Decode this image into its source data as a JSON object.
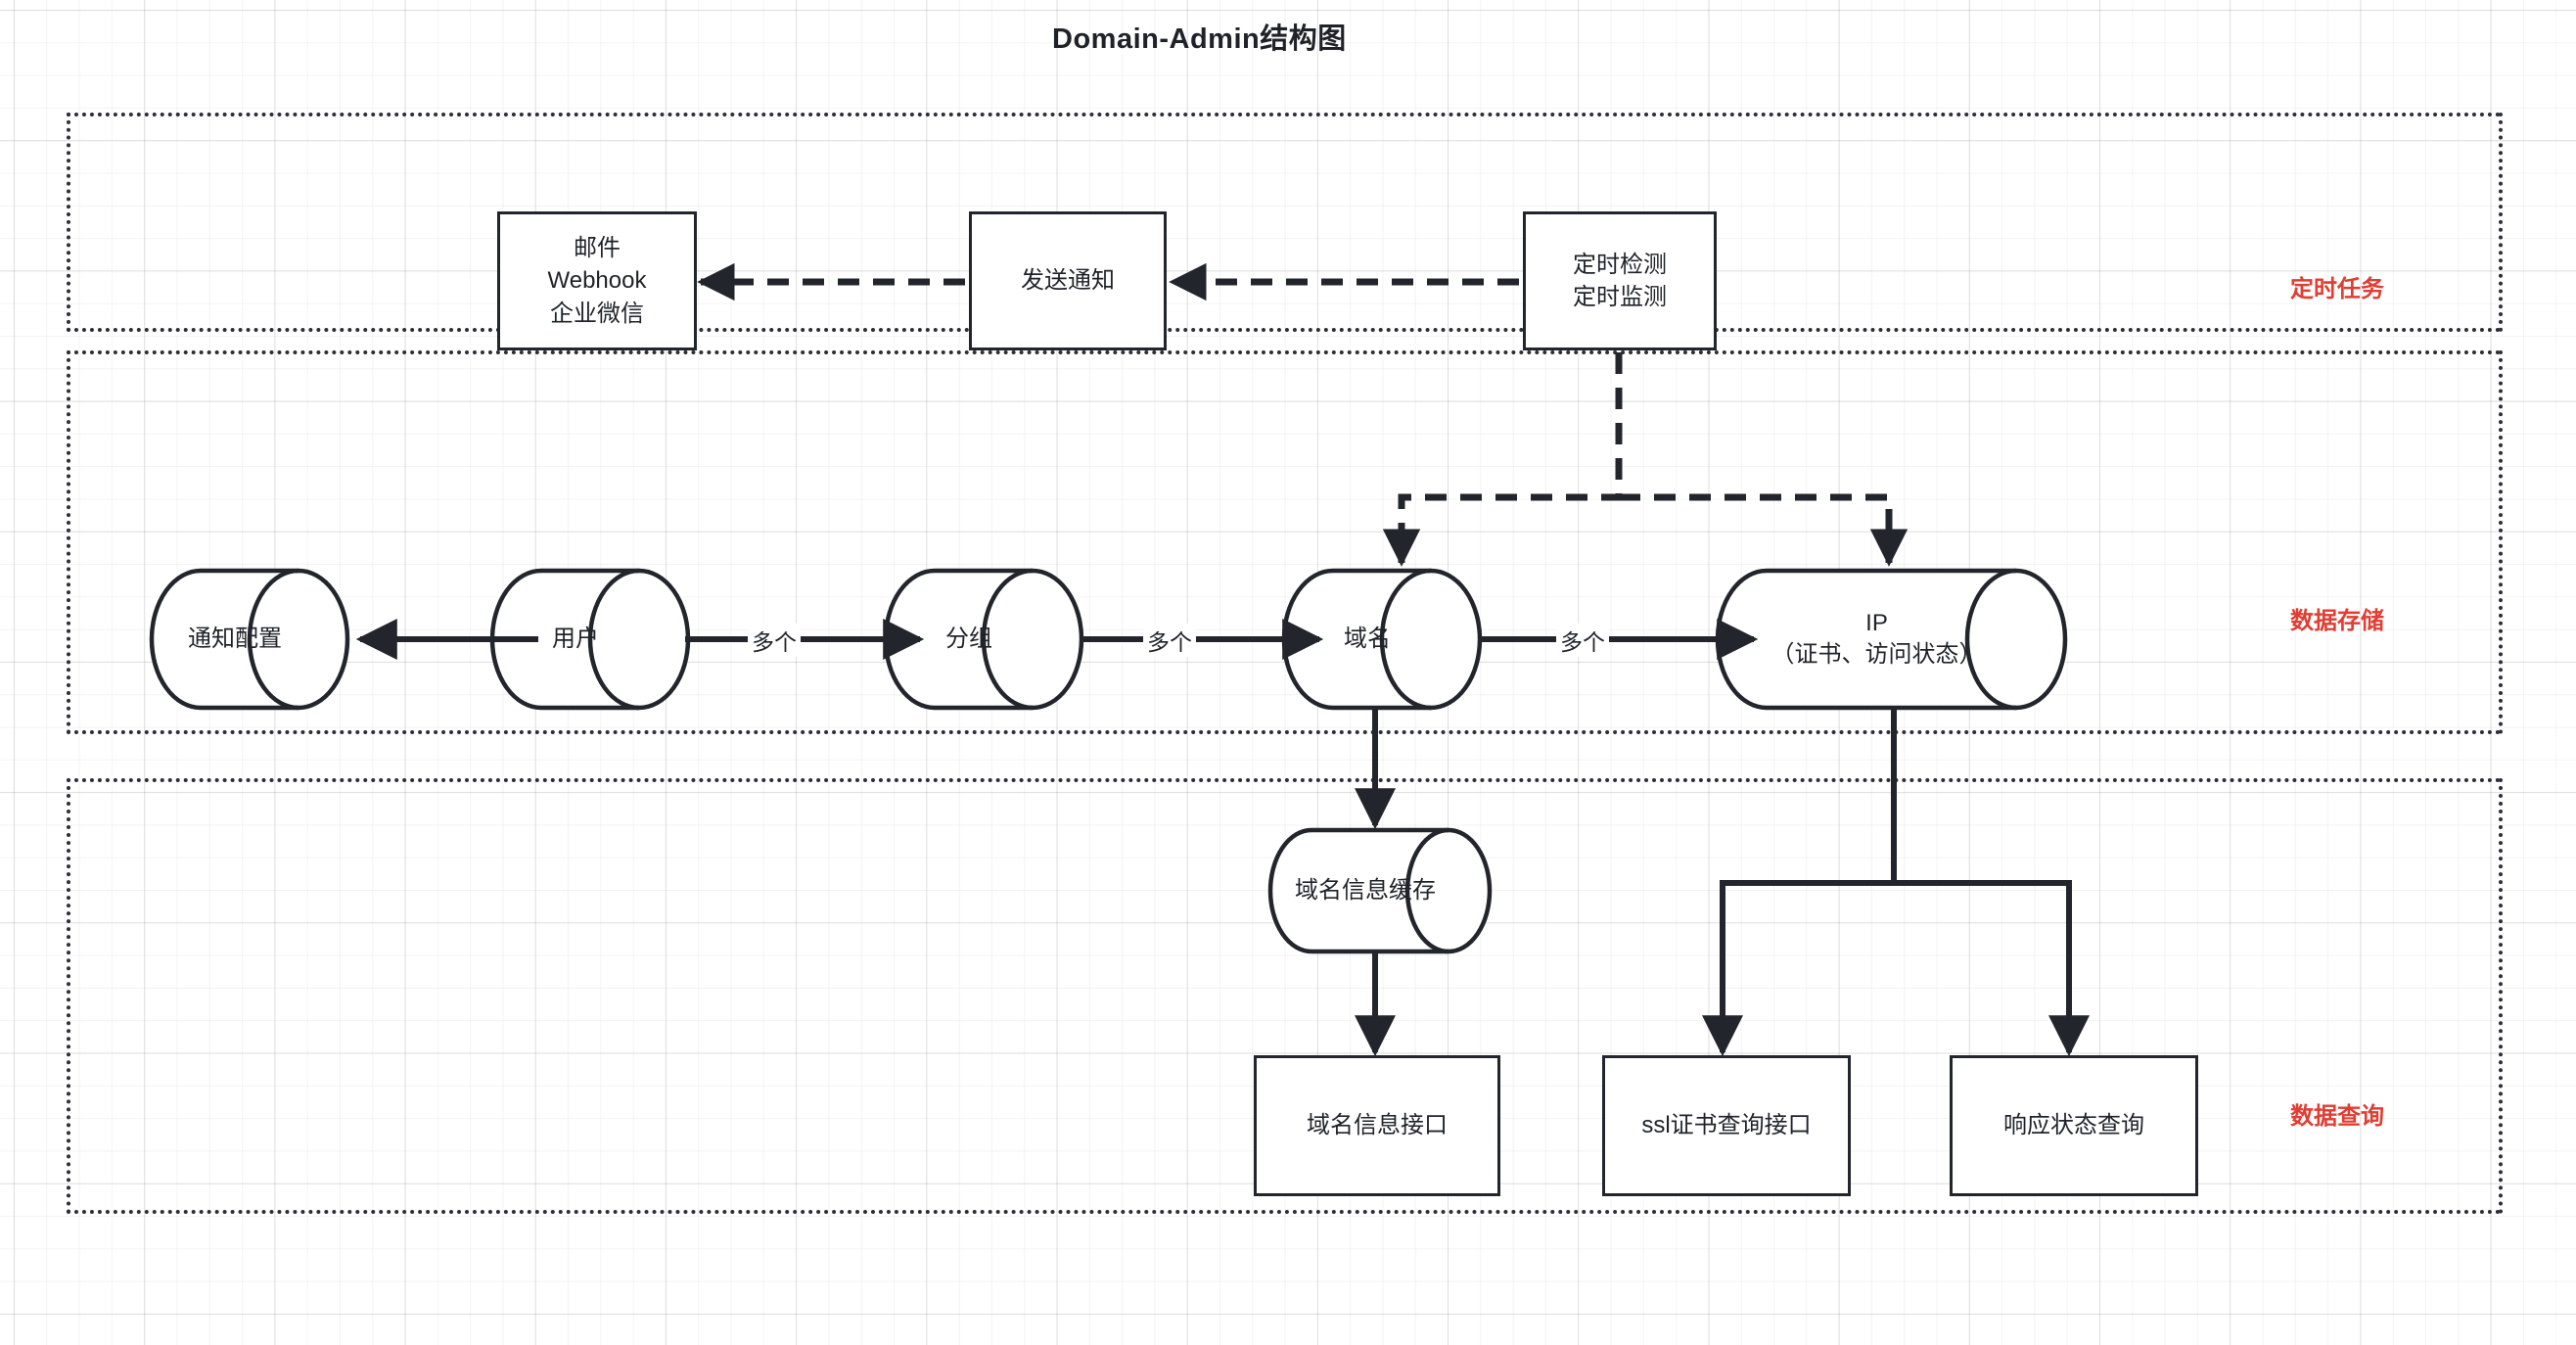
{
  "diagram": {
    "title": "Domain-Admin结构图",
    "accent_color": "#e03d33",
    "line_color": "#22262c",
    "sections": [
      {
        "id": "scheduled-tasks",
        "label": "定时任务"
      },
      {
        "id": "data-storage",
        "label": "数据存储"
      },
      {
        "id": "data-query",
        "label": "数据查询"
      }
    ],
    "nodes": {
      "notify_channels": "邮件\nWebhook\n企业微信",
      "notify_channels_lines": [
        "邮件",
        "Webhook",
        "企业微信"
      ],
      "send_notify": "发送通知",
      "scheduler": "定时检测\n定时监测",
      "scheduler_lines": [
        "定时检测",
        "定时监测"
      ],
      "notify_config": "通知配置",
      "user": "用户",
      "group": "分组",
      "domain": "域名",
      "ip": "IP\n（证书、访问状态）",
      "ip_lines": [
        "IP",
        "（证书、访问状态）"
      ],
      "domain_cache": "域名信息缓存",
      "domain_api": "域名信息接口",
      "ssl_api": "ssl证书查询接口",
      "status_api": "响应状态查询"
    },
    "edge_labels": {
      "user_to_group": "多个",
      "group_to_domain": "多个",
      "domain_to_ip": "多个"
    }
  }
}
